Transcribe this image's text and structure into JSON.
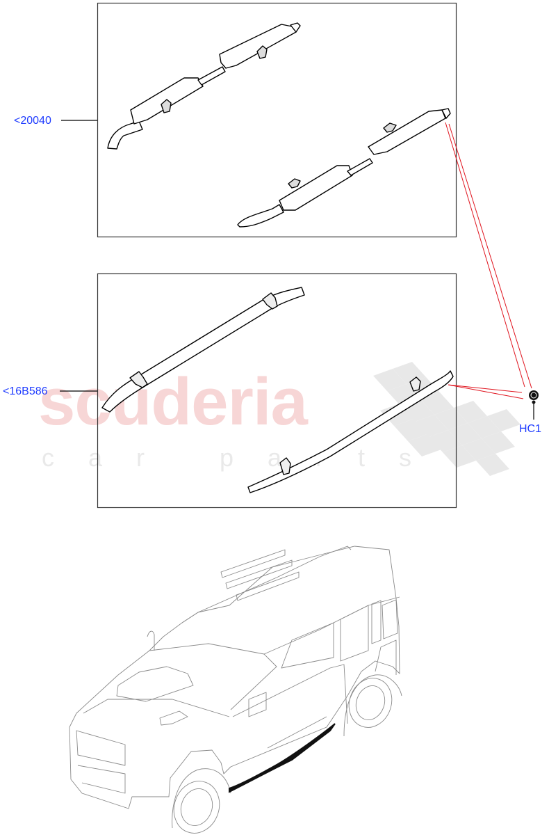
{
  "diagram": {
    "type": "exploded parts diagram",
    "subject": "Side steps and roof rails (vehicle accessory illustration)",
    "colors": {
      "callout_text": "#1f3cff",
      "leader_line": "#000000",
      "reference_line": "#e0141e",
      "frame": "#333333",
      "watermark_text": "#f7d6d6",
      "watermark_checker": "#e6e6e6"
    }
  },
  "watermark": {
    "brand": "scuderia",
    "tagline": "car parts"
  },
  "callouts": [
    {
      "id": "c1",
      "label": "<20040",
      "target": "side step assemblies (top box)"
    },
    {
      "id": "c2",
      "label": "<16B586",
      "target": "roof rails (middle box)"
    },
    {
      "id": "c3",
      "label": "HC1",
      "target": "fastener / cap"
    }
  ],
  "boxes": [
    {
      "id": "box-top",
      "contents": "pair of tubular side steps with step pads and brackets"
    },
    {
      "id": "box-middle",
      "contents": "pair of curved rails with mounting brackets"
    }
  ],
  "vehicle": {
    "view": "isometric front-left 3/4 view, outline drawing",
    "highlight": "side step (filled black)"
  }
}
